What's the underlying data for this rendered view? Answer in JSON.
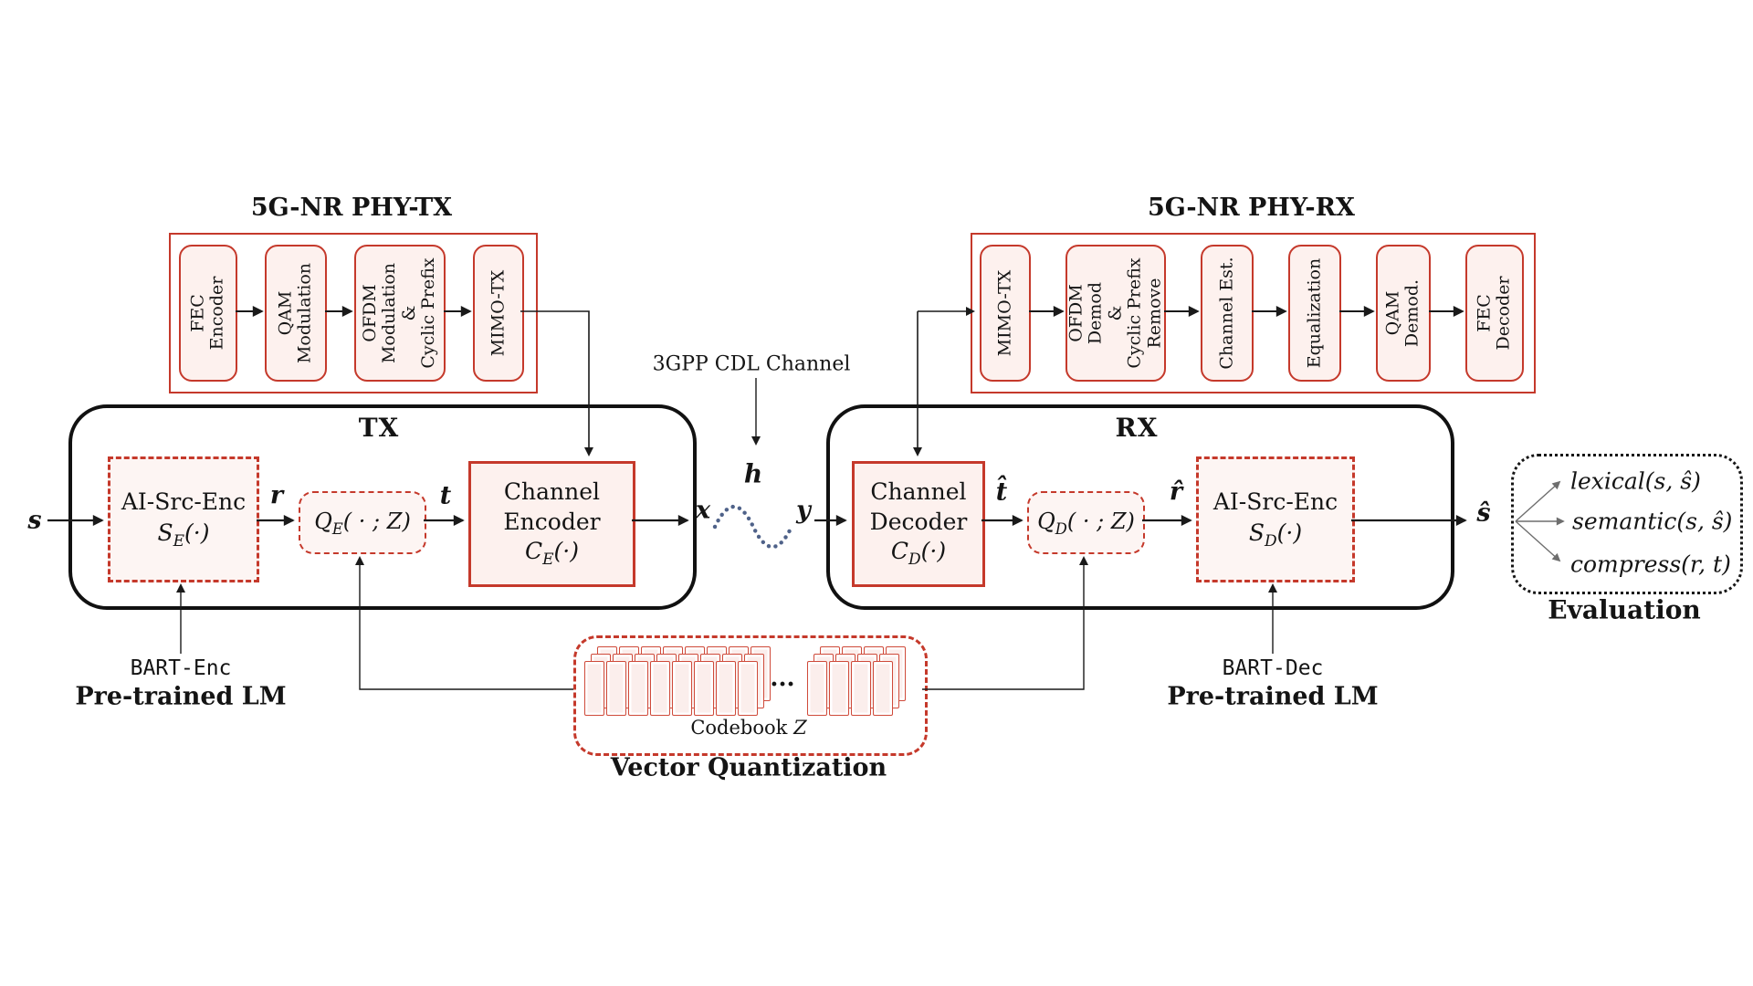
{
  "phy_tx": {
    "title": "5G-NR PHY-TX",
    "blocks": [
      {
        "label": "FEC\nEncoder"
      },
      {
        "label": "QAM\nModulation"
      },
      {
        "label": "OFDM\nModulation\n&\nCyclic Prefix"
      },
      {
        "label": "MIMO-TX"
      }
    ]
  },
  "phy_rx": {
    "title": "5G-NR PHY-RX",
    "blocks": [
      {
        "label": "MIMO-TX"
      },
      {
        "label": "OFDM\nDemod\n&\nCyclic Prefix\nRemove"
      },
      {
        "label": "Channel Est."
      },
      {
        "label": "Equalization"
      },
      {
        "label": "QAM\nDemod."
      },
      {
        "label": "FEC\nDecoder"
      }
    ]
  },
  "tx": {
    "title": "TX",
    "source_encoder": {
      "name": "AI-Src-Enc",
      "fn": "S",
      "sub": "E",
      "args": "(·)"
    },
    "quantizer": {
      "fn": "Q",
      "sub": "E",
      "args": "( · ; Z)"
    },
    "channel_encoder": {
      "line1": "Channel",
      "line2": "Encoder",
      "fn": "C",
      "sub": "E",
      "args": "(·)"
    }
  },
  "rx": {
    "title": "RX",
    "channel_decoder": {
      "line1": "Channel",
      "line2": "Decoder",
      "fn": "C",
      "sub": "D",
      "args": "(·)"
    },
    "quantizer": {
      "fn": "Q",
      "sub": "D",
      "args": "( · ; Z)"
    },
    "source_decoder": {
      "name": "AI-Src-Enc",
      "fn": "S",
      "sub": "D",
      "args": "(·)"
    }
  },
  "channel": {
    "label": "3GPP CDL Channel",
    "h": "h",
    "x": "x",
    "y": "y"
  },
  "signals": {
    "s": "s",
    "r": "r",
    "t": "t",
    "t_hat": "t̂",
    "r_hat": "r̂",
    "s_hat": "ŝ"
  },
  "vq": {
    "codebook_word": "Codebook ",
    "codebook_var": "Z",
    "ellipsis": "···",
    "title": "Vector Quantization"
  },
  "lm_tx": {
    "model": "BART-Enc",
    "label": "Pre-trained LM"
  },
  "lm_rx": {
    "model": "BART-Dec",
    "label": "Pre-trained LM"
  },
  "evaluation": {
    "title": "Evaluation",
    "metrics": [
      "lexical(s, ŝ)",
      "semantic(s, ŝ)",
      "compress(r, t)"
    ]
  },
  "colors": {
    "red": "#c5392b",
    "pink": "#fdf1ee",
    "ink": "#141414",
    "wave": "#4f6289"
  }
}
